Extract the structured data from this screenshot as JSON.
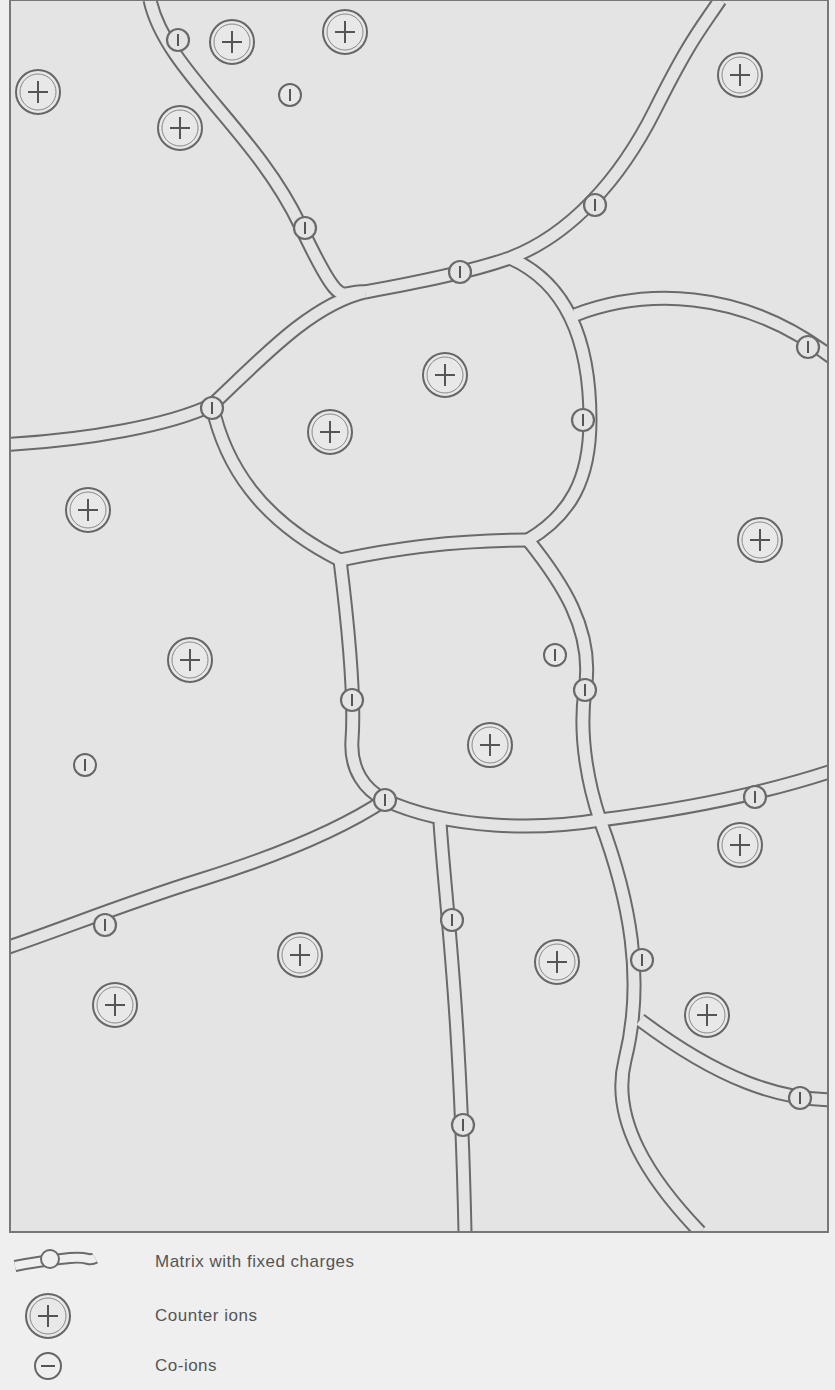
{
  "diagram": {
    "legend": [
      {
        "text": "Matrix with fixed charges"
      },
      {
        "text": "Counter ions"
      },
      {
        "text": "Co-ions"
      }
    ]
  }
}
